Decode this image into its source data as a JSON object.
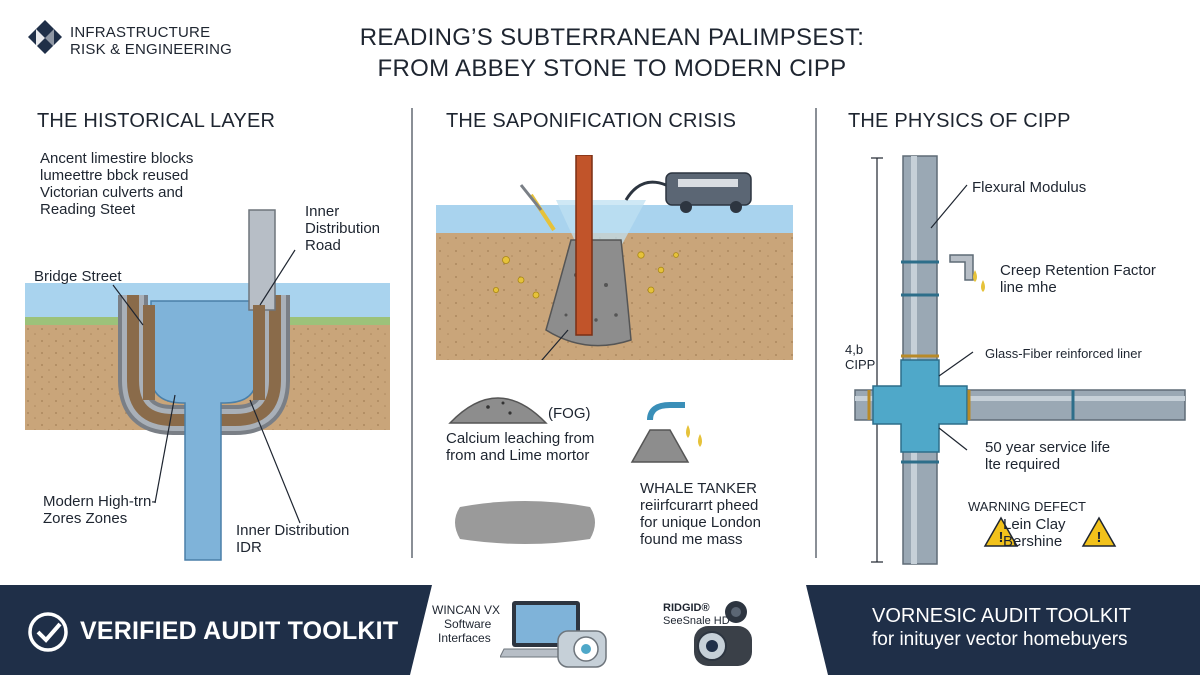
{
  "header": {
    "brand_line1": "INFRASTRUCTURE",
    "brand_line2": "RISK & ENGINEERING",
    "title_line1": "READING’S SUBTERRANEAN PALIMPSEST:",
    "title_line2": "FROM ABBEY STONE TO MODERN CIPP"
  },
  "historical": {
    "title": "THE HISTORICAL LAYER",
    "note_lines": [
      "Ancent limestire blocks",
      "lumeettre bbck reused",
      "Victorian culverts and",
      "Reading Steet"
    ],
    "inner_road_lines": [
      "Inner",
      "Distribution",
      "Road"
    ],
    "bridge_street": "Bridge Street",
    "modern_lines": [
      "Modern High-trn-",
      "Zores Zones"
    ],
    "idr_lines": [
      "Inner Distribution",
      "IDR"
    ]
  },
  "saponification": {
    "title": "THE SAPONIFICATION CRISIS",
    "fog": "(FOG)",
    "calcium_lines": [
      "Calcium leaching from",
      "from and Lime mortor"
    ],
    "whale_lines": [
      "WHALE TANKER",
      "reiirfcurarrt pheed",
      "for unique London",
      "found me mass"
    ]
  },
  "physics": {
    "title": "THE PHYSICS OF CIPP",
    "flexural": "Flexural Modulus",
    "creep_lines": [
      "Creep Retention Factor",
      "line mhe"
    ],
    "cipp_lines": [
      "4,b",
      "CIPP"
    ],
    "glass": "Glass-Fiber reinforced liner",
    "service_lines": [
      "50 year service life",
      "lte required"
    ],
    "warning_title": "WARNING DEFECT",
    "warning_lines": [
      "Lein Clay",
      "Bershine"
    ],
    "warning_glyph": "!"
  },
  "footer": {
    "verified": "VERIFIED AUDIT TOOLKIT",
    "wincan_lines": [
      "WINCAN VX",
      "Software",
      "Interfaces"
    ],
    "ridgid_line1": "RIDGID®",
    "ridgid_line2": "SeeSnale HD",
    "right_line1": "VORNESIC AUDIT TOOLKIT",
    "right_line2": "for inituyer vector homebuyers"
  },
  "colors": {
    "navy": "#1f2f48",
    "water": "#7fb3d9",
    "soil": "#c9a57a",
    "pipe": "#9aa8b4",
    "liner": "#4fa8c9",
    "warning": "#f2c21b",
    "rust": "#c1542a"
  }
}
